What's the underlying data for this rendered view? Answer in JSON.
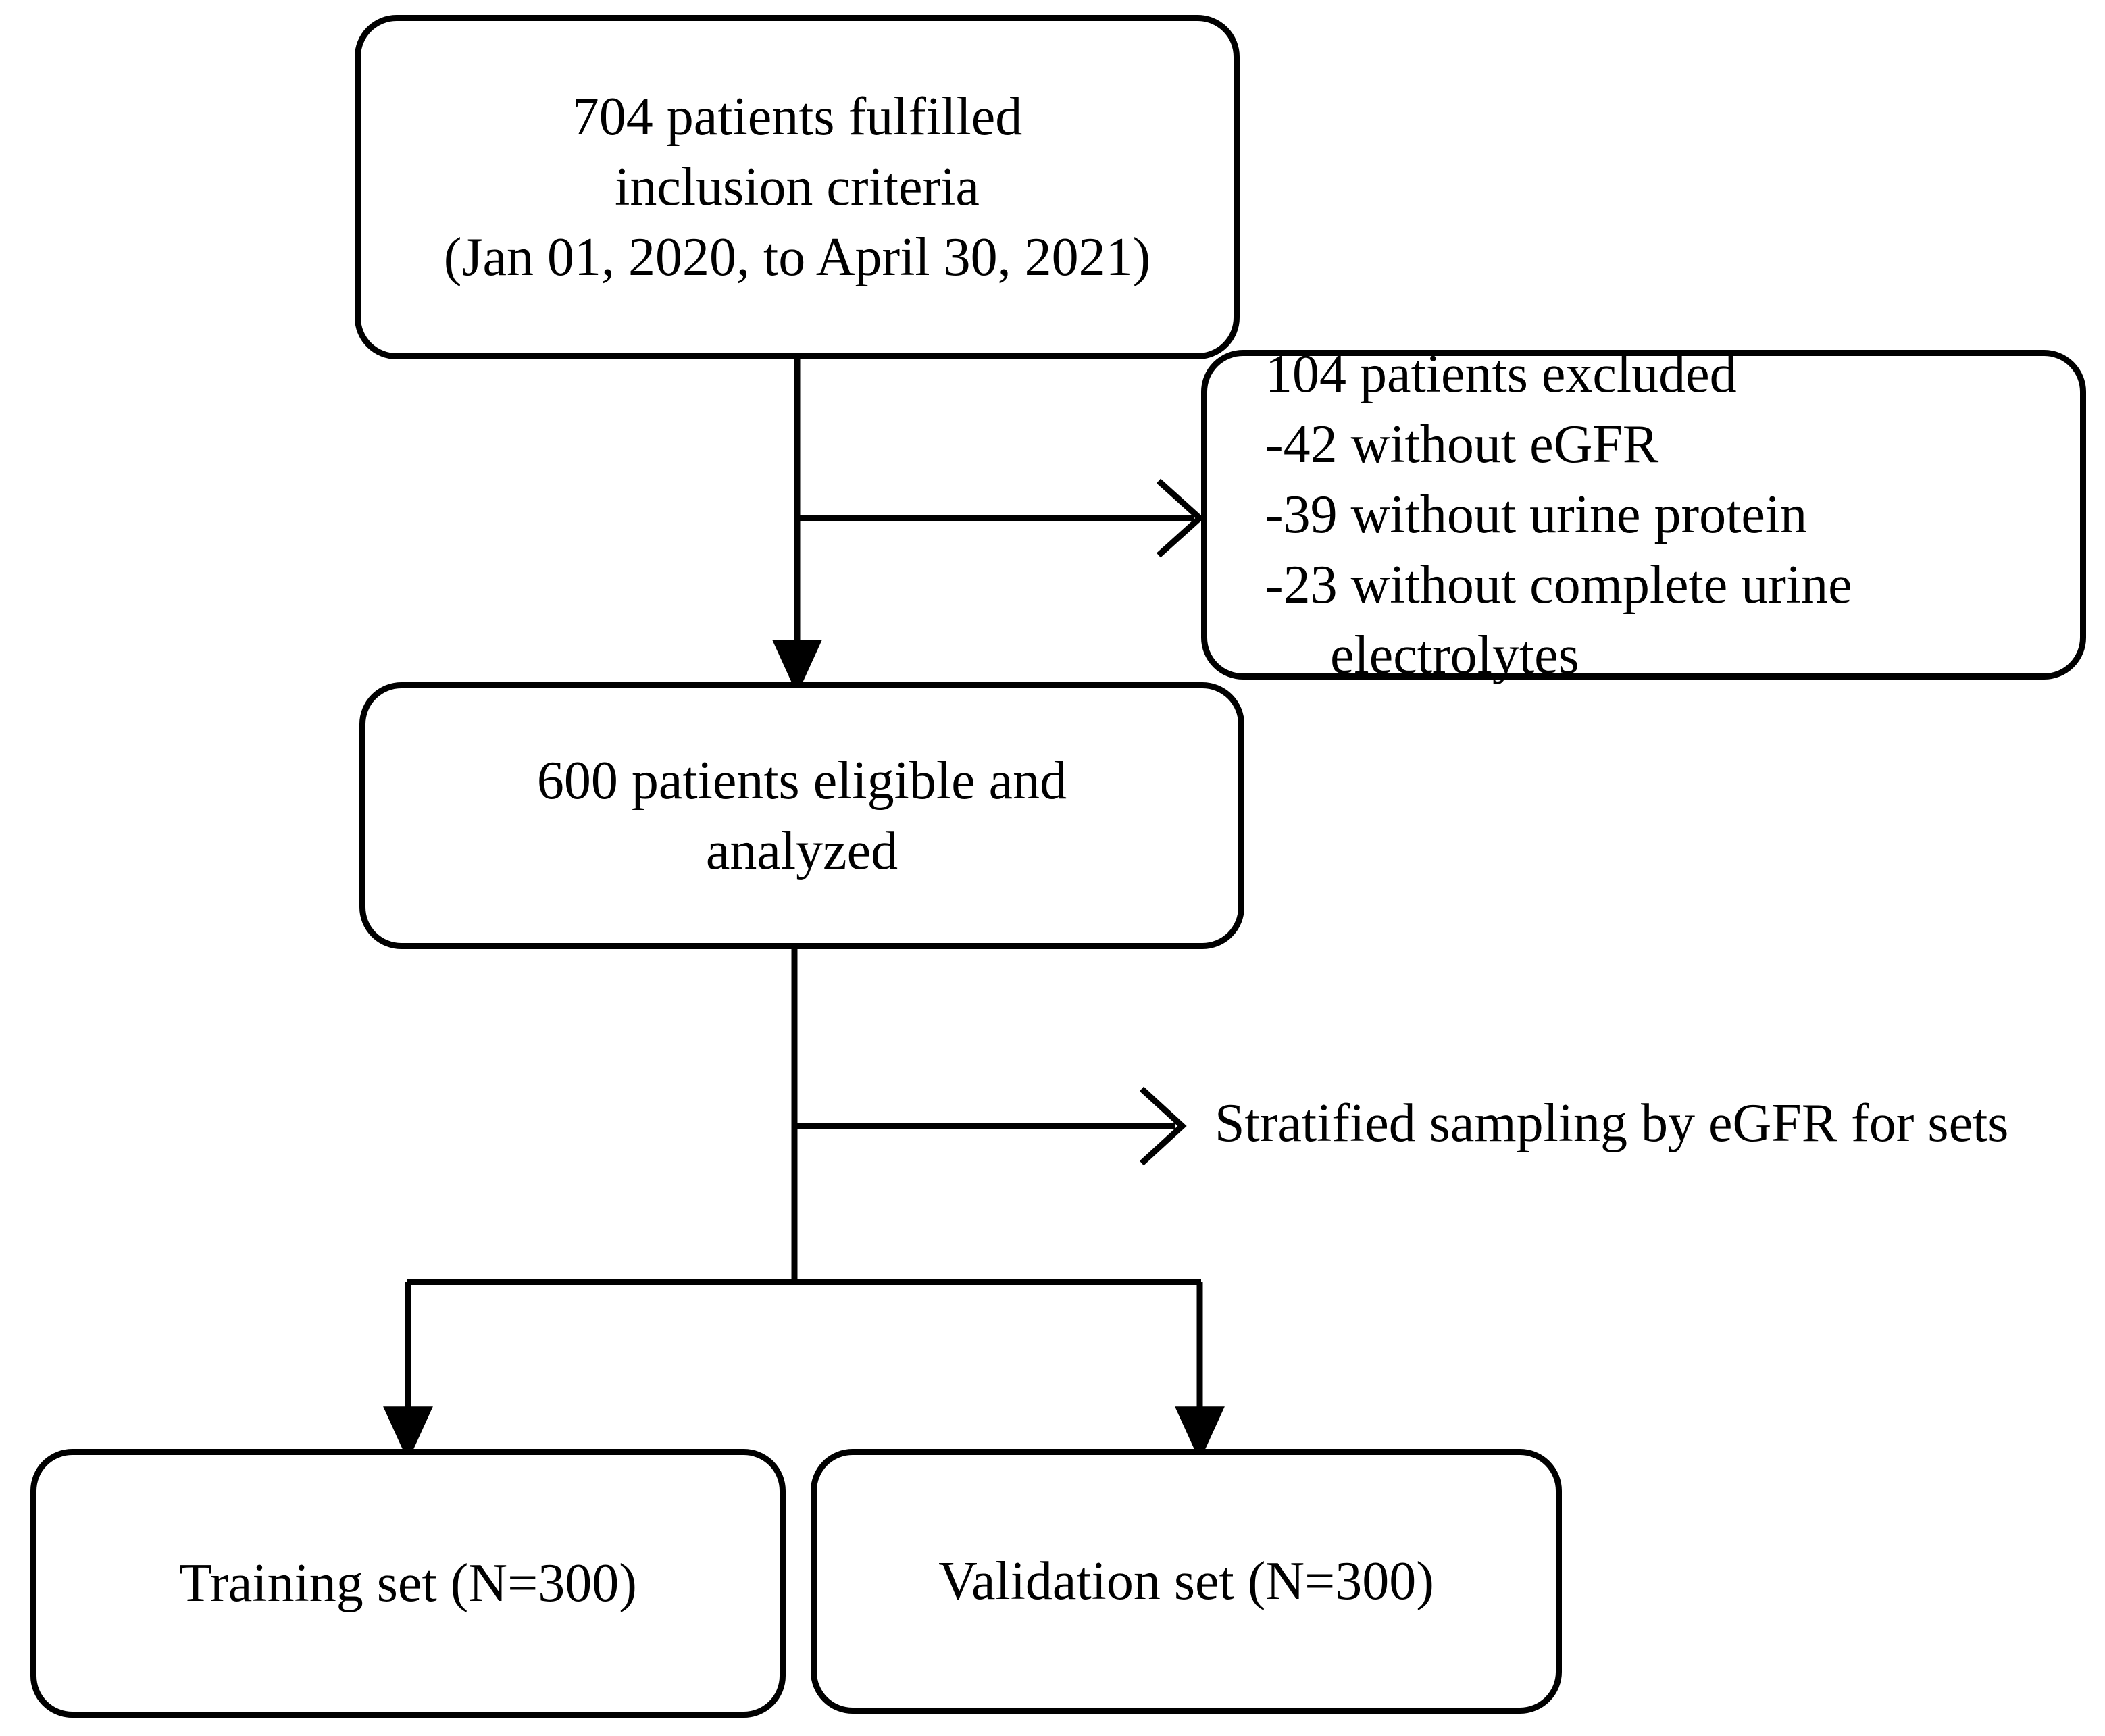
{
  "diagram": {
    "title": "Patient selection flow diagram",
    "type": "flowchart",
    "stroke_color": "#000000",
    "background_color": "#ffffff"
  },
  "nodes": {
    "enrolled": {
      "name": "enrolled-box",
      "lines": [
        "704 patients fulfilled",
        "inclusion criteria",
        "(Jan 01, 2020, to April 30, 2021)"
      ],
      "count": 704
    },
    "excluded": {
      "name": "excluded-box",
      "lines": [
        "104 patients excluded",
        "-42 without eGFR",
        "-39 without urine protein",
        "-23 without complete urine",
        "electrolytes"
      ],
      "count": 104,
      "breakdown": [
        {
          "n": 42,
          "reason": "without eGFR"
        },
        {
          "n": 39,
          "reason": "without urine protein"
        },
        {
          "n": 23,
          "reason": "without complete urine electrolytes"
        }
      ]
    },
    "eligible": {
      "name": "eligible-box",
      "lines": [
        "600 patients eligible and",
        "analyzed"
      ],
      "count": 600
    },
    "training": {
      "name": "training-set-box",
      "lines": [
        "Training set (N=300)"
      ],
      "count": 300
    },
    "validation": {
      "name": "validation-set-box",
      "lines": [
        "Validation set (N=300)"
      ],
      "count": 300
    }
  },
  "annotations": {
    "stratified": "Stratified sampling by eGFR for sets"
  },
  "edges": [
    {
      "from": "enrolled",
      "to": "eligible",
      "style": "solid-arrow-down"
    },
    {
      "from": "enrolled",
      "to": "excluded",
      "style": "solid-arrow-right-open"
    },
    {
      "from": "eligible",
      "to": "stratified",
      "style": "solid-arrow-right-open"
    },
    {
      "from": "eligible",
      "to": "training",
      "style": "solid-arrow-down-fork"
    },
    {
      "from": "eligible",
      "to": "validation",
      "style": "solid-arrow-down-fork"
    }
  ]
}
